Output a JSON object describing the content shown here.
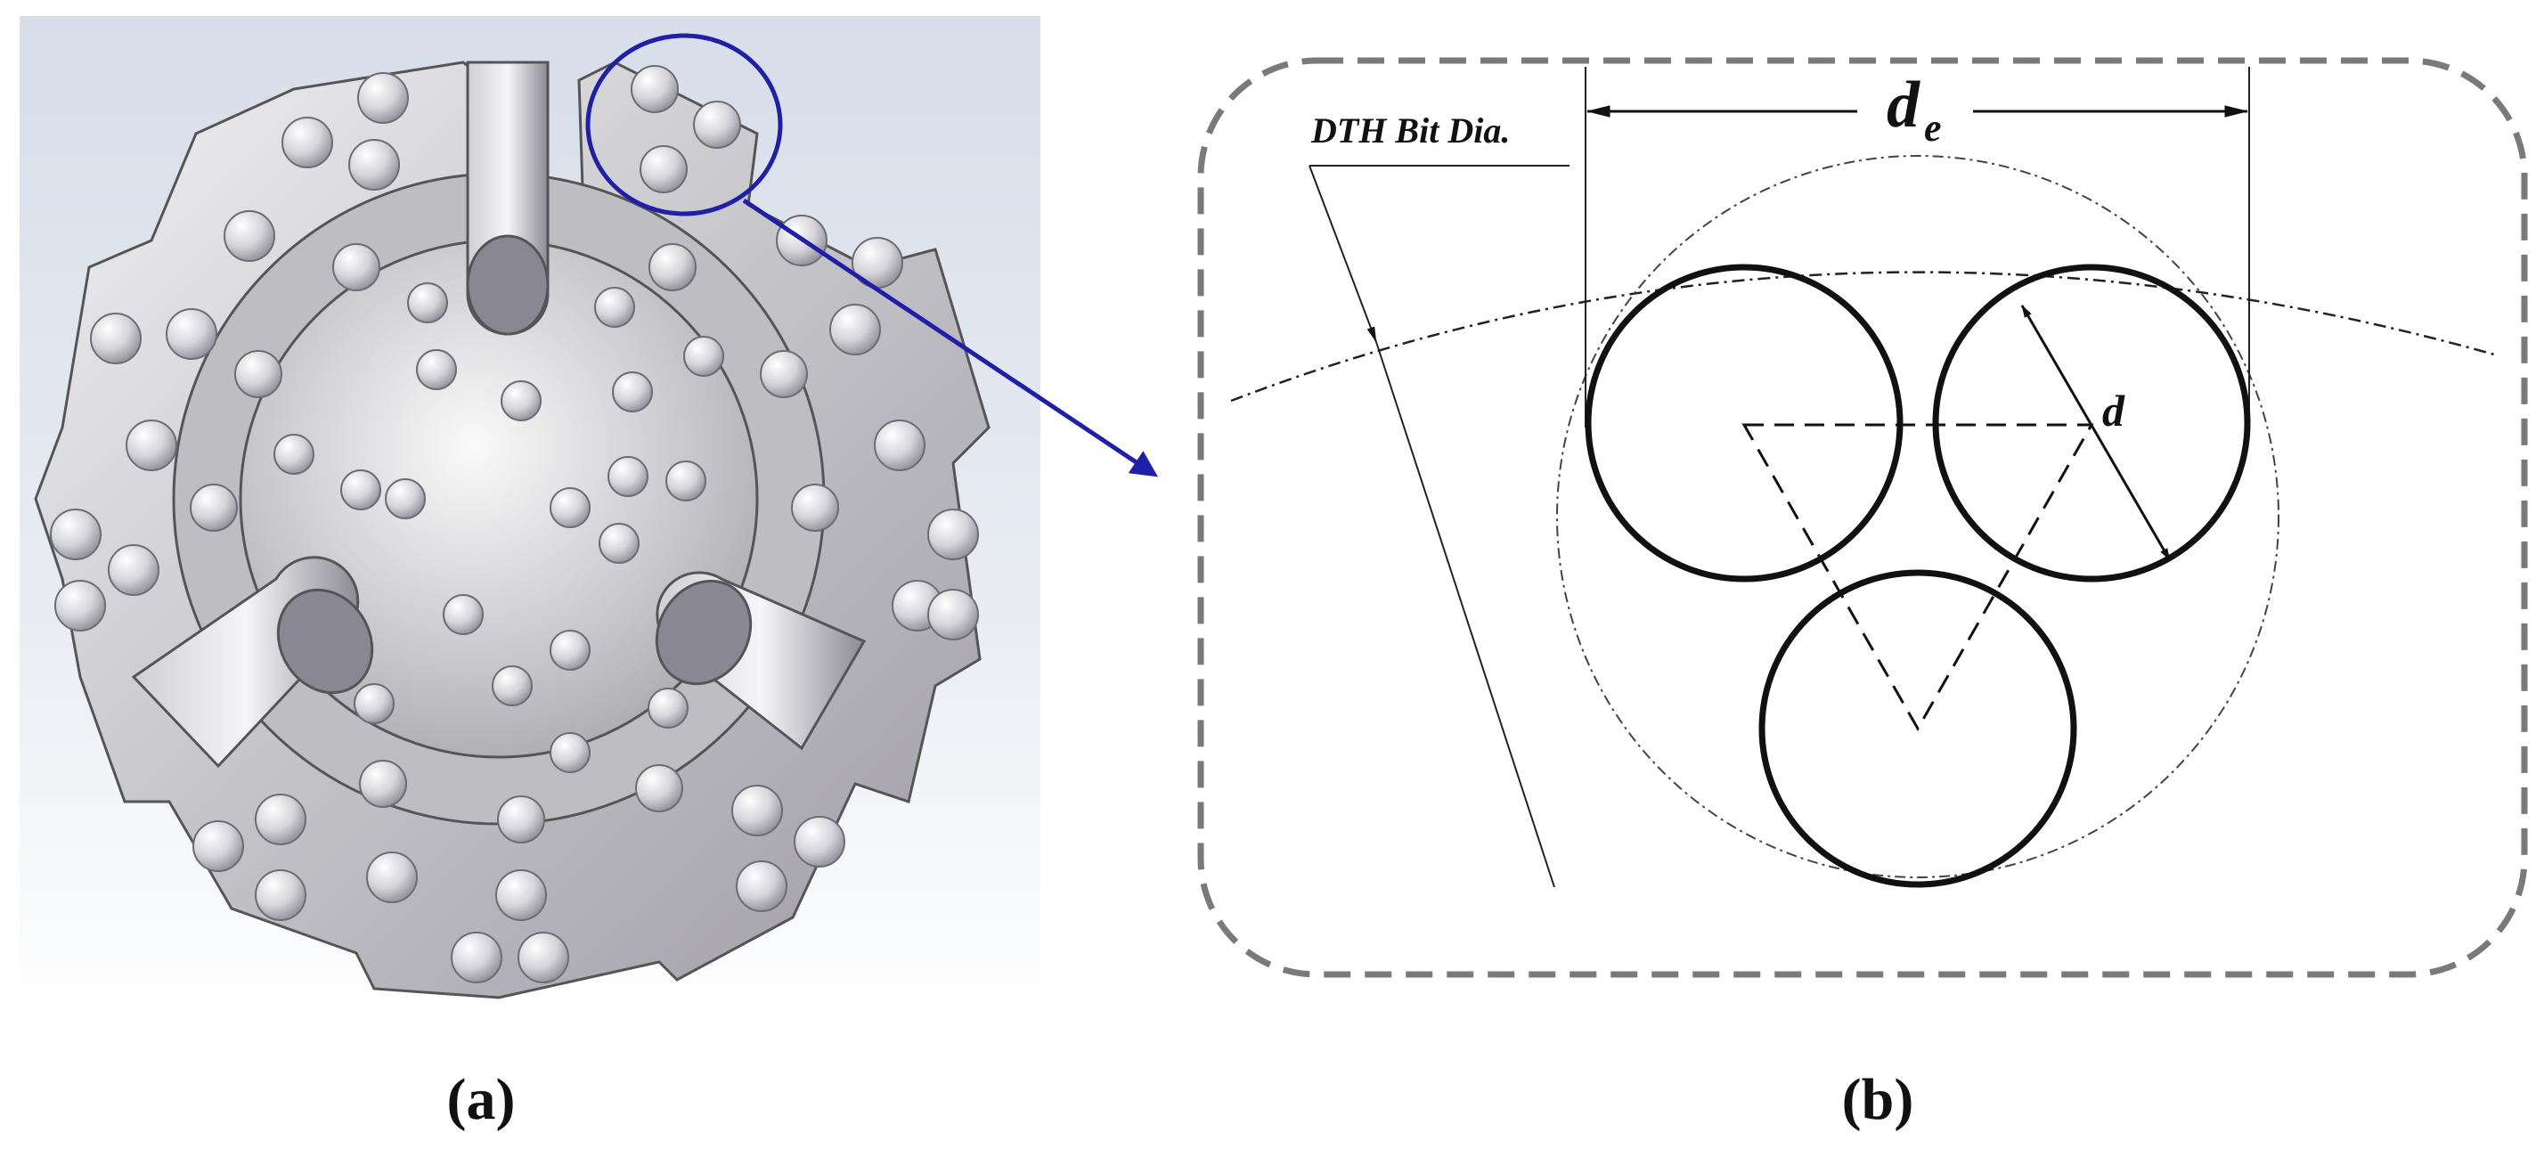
{
  "panels": {
    "a": {
      "caption": "(a)"
    },
    "b": {
      "caption": "(b)",
      "labels": {
        "bit_dia": "DTH Bit Dia.",
        "de_main": "d",
        "de_sub": "e",
        "d": "d"
      }
    }
  },
  "colors": {
    "highlight": "#1f1fa8",
    "frame_dash": "#7a7a7a",
    "line": "#111111",
    "bit_face": "#c9c9cd",
    "bit_light": "#e9e9ec",
    "background_tint": "#dbe3ef"
  }
}
